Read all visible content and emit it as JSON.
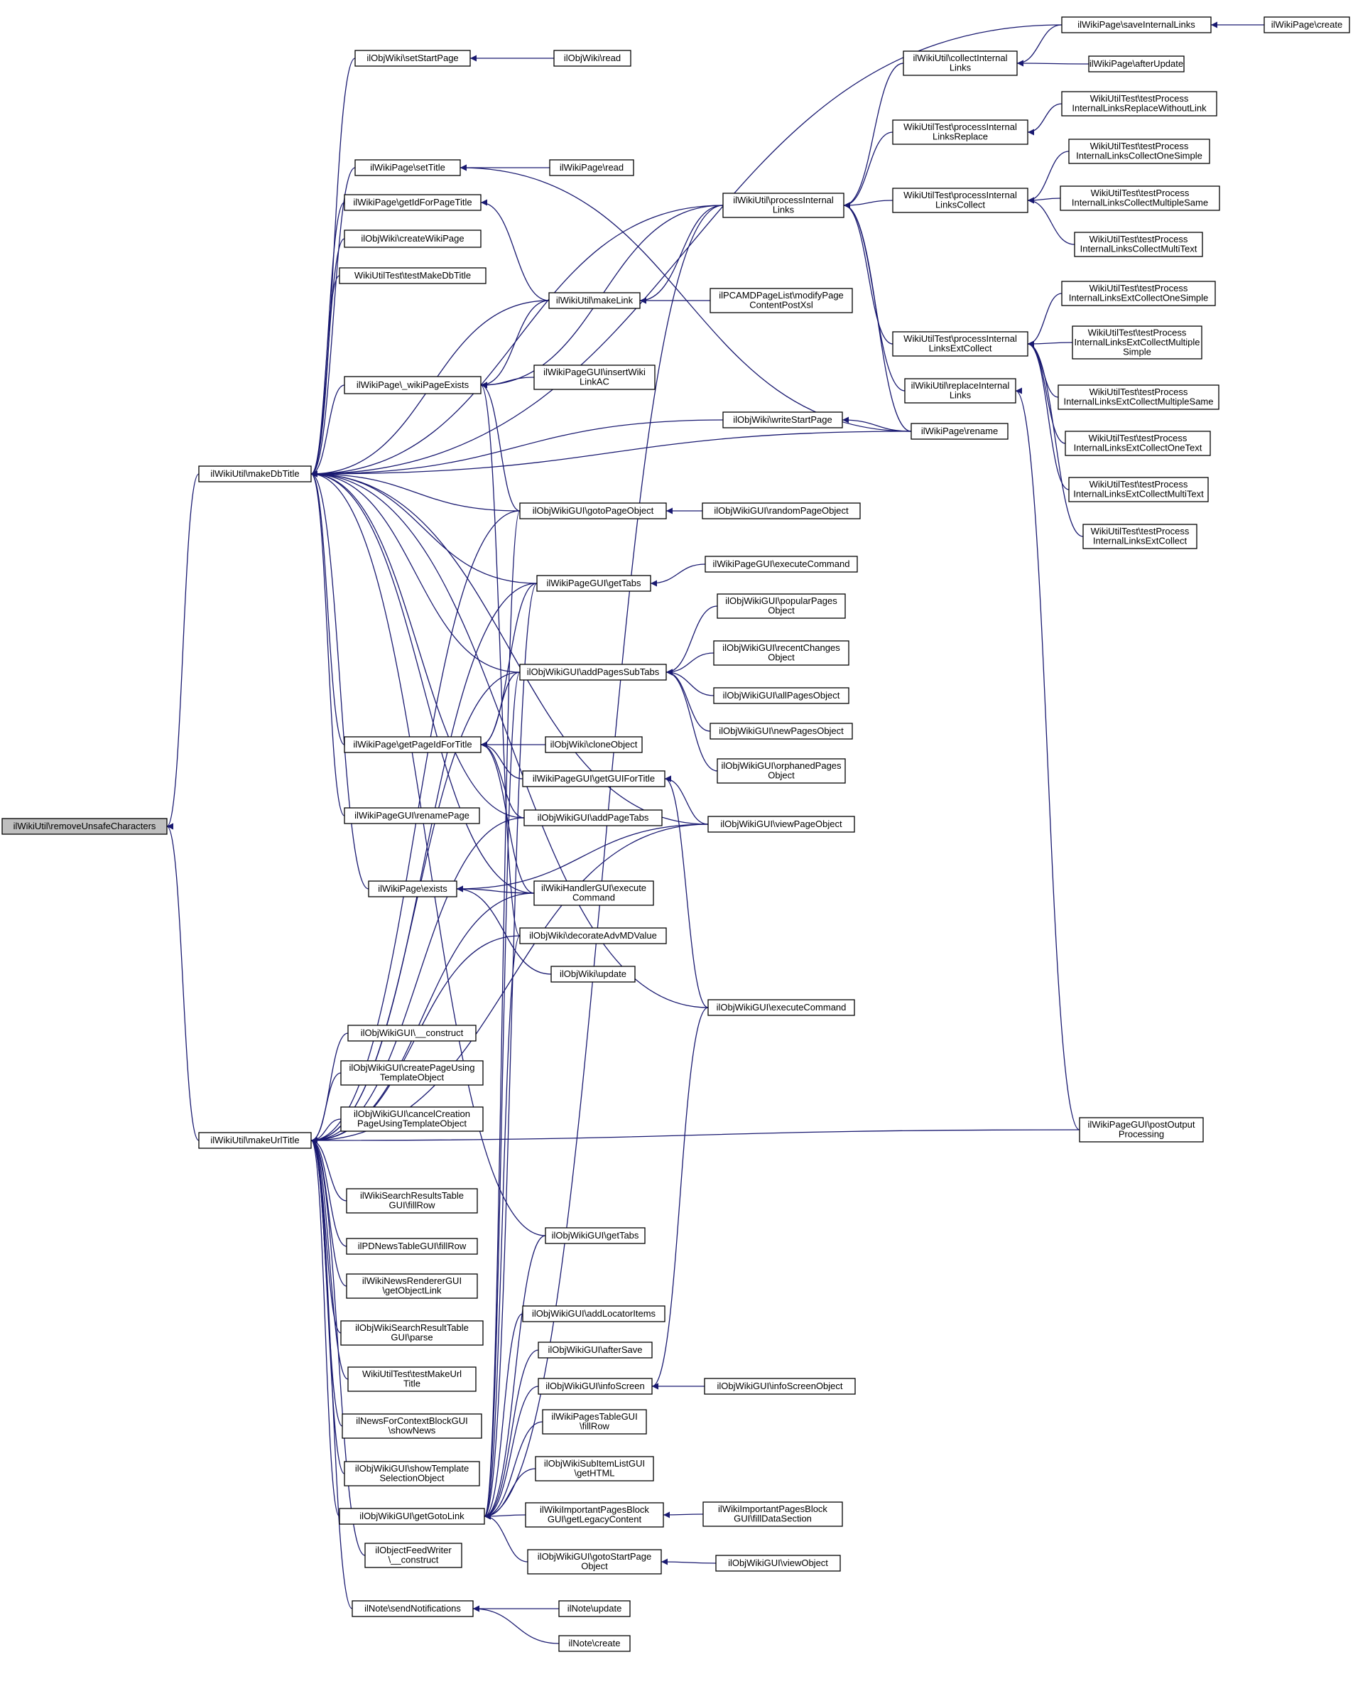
{
  "diagram": {
    "nodes": [
      {
        "id": "removeUnsafe",
        "lines": [
          "ilWikiUtil\\removeUnsafeCharacters"
        ],
        "root": true
      },
      {
        "id": "makeDbTitle",
        "lines": [
          "ilWikiUtil\\makeDbTitle"
        ]
      },
      {
        "id": "makeUrlTitle",
        "lines": [
          "ilWikiUtil\\makeUrlTitle"
        ]
      },
      {
        "id": "setStartPage",
        "lines": [
          "ilObjWiki\\setStartPage"
        ]
      },
      {
        "id": "objWikiRead",
        "lines": [
          "ilObjWiki\\read"
        ]
      },
      {
        "id": "setTitle",
        "lines": [
          "ilWikiPage\\setTitle"
        ]
      },
      {
        "id": "wikiPageRead",
        "lines": [
          "ilWikiPage\\read"
        ]
      },
      {
        "id": "getIdForPageTitle",
        "lines": [
          "ilWikiPage\\getIdForPageTitle"
        ]
      },
      {
        "id": "createWikiPage",
        "lines": [
          "ilObjWiki\\createWikiPage"
        ]
      },
      {
        "id": "testMakeDbTitle",
        "lines": [
          "WikiUtilTest\\testMakeDbTitle"
        ]
      },
      {
        "id": "wikiPageExists",
        "lines": [
          "ilWikiPage\\_wikiPageExists"
        ]
      },
      {
        "id": "getPageIdForTitle",
        "lines": [
          "ilWikiPage\\getPageIdForTitle"
        ]
      },
      {
        "id": "renamePage",
        "lines": [
          "ilWikiPageGUI\\renamePage"
        ]
      },
      {
        "id": "pageExists",
        "lines": [
          "ilWikiPage\\exists"
        ]
      },
      {
        "id": "wikiGuiConstruct",
        "lines": [
          "ilObjWikiGUI\\__construct"
        ]
      },
      {
        "id": "createPageUsingTemplate",
        "lines": [
          "ilObjWikiGUI\\createPageUsing",
          "TemplateObject"
        ]
      },
      {
        "id": "cancelCreation",
        "lines": [
          "ilObjWikiGUI\\cancelCreation",
          "PageUsingTemplateObject"
        ]
      },
      {
        "id": "searchResultsFillRow",
        "lines": [
          "ilWikiSearchResultsTable",
          "GUI\\fillRow"
        ]
      },
      {
        "id": "pdNewsFillRow",
        "lines": [
          "ilPDNewsTableGUI\\fillRow"
        ]
      },
      {
        "id": "newsRendererLink",
        "lines": [
          "ilWikiNewsRendererGUI",
          "\\getObjectLink"
        ]
      },
      {
        "id": "searchResultParse",
        "lines": [
          "ilObjWikiSearchResultTable",
          "GUI\\parse"
        ]
      },
      {
        "id": "testMakeUrlTitle",
        "lines": [
          "WikiUtilTest\\testMakeUrl",
          "Title"
        ]
      },
      {
        "id": "newsForContext",
        "lines": [
          "ilNewsForContextBlockGUI",
          "\\showNews"
        ]
      },
      {
        "id": "showTemplateSelection",
        "lines": [
          "ilObjWikiGUI\\showTemplate",
          "SelectionObject"
        ]
      },
      {
        "id": "getGotoLink",
        "lines": [
          "ilObjWikiGUI\\getGotoLink"
        ]
      },
      {
        "id": "feedWriterConstruct",
        "lines": [
          "ilObjectFeedWriter",
          "\\__construct"
        ]
      },
      {
        "id": "sendNotifications",
        "lines": [
          "ilNote\\sendNotifications"
        ]
      },
      {
        "id": "makeLink",
        "lines": [
          "ilWikiUtil\\makeLink"
        ]
      },
      {
        "id": "insertWikiLinkAC",
        "lines": [
          "ilWikiPageGUI\\insertWiki",
          "LinkAC"
        ]
      },
      {
        "id": "gotoPageObject",
        "lines": [
          "ilObjWikiGUI\\gotoPageObject"
        ]
      },
      {
        "id": "pageGuiGetTabs",
        "lines": [
          "ilWikiPageGUI\\getTabs"
        ]
      },
      {
        "id": "addPagesSubTabs",
        "lines": [
          "ilObjWikiGUI\\addPagesSubTabs"
        ]
      },
      {
        "id": "cloneObject",
        "lines": [
          "ilObjWiki\\cloneObject"
        ]
      },
      {
        "id": "getGUIForTitle",
        "lines": [
          "ilWikiPageGUI\\getGUIForTitle"
        ]
      },
      {
        "id": "addPageTabs",
        "lines": [
          "ilObjWikiGUI\\addPageTabs"
        ]
      },
      {
        "id": "handlerExecute",
        "lines": [
          "ilWikiHandlerGUI\\execute",
          "Command"
        ]
      },
      {
        "id": "decorateAdvMD",
        "lines": [
          "ilObjWiki\\decorateAdvMDValue"
        ]
      },
      {
        "id": "objWikiUpdate",
        "lines": [
          "ilObjWiki\\update"
        ]
      },
      {
        "id": "wikiGuiGetTabs",
        "lines": [
          "ilObjWikiGUI\\getTabs"
        ]
      },
      {
        "id": "addLocatorItems",
        "lines": [
          "ilObjWikiGUI\\addLocatorItems"
        ]
      },
      {
        "id": "afterSave",
        "lines": [
          "ilObjWikiGUI\\afterSave"
        ]
      },
      {
        "id": "infoScreen",
        "lines": [
          "ilObjWikiGUI\\infoScreen"
        ]
      },
      {
        "id": "pagesTableFillRow",
        "lines": [
          "ilWikiPagesTableGUI",
          "\\fillRow"
        ]
      },
      {
        "id": "subItemGetHTML",
        "lines": [
          "ilObjWikiSubItemListGUI",
          "\\getHTML"
        ]
      },
      {
        "id": "importantLegacy",
        "lines": [
          "ilWikiImportantPagesBlock",
          "GUI\\getLegacyContent"
        ]
      },
      {
        "id": "gotoStartPage",
        "lines": [
          "ilObjWikiGUI\\gotoStartPage",
          "Object"
        ]
      },
      {
        "id": "noteUpdate",
        "lines": [
          "ilNote\\update"
        ]
      },
      {
        "id": "noteCreate",
        "lines": [
          "ilNote\\create"
        ]
      },
      {
        "id": "processInternalLinks",
        "lines": [
          "ilWikiUtil\\processInternal",
          "Links"
        ]
      },
      {
        "id": "modifyPageContent",
        "lines": [
          "ilPCAMDPageList\\modifyPage",
          "ContentPostXsl"
        ]
      },
      {
        "id": "writeStartPage",
        "lines": [
          "ilObjWiki\\writeStartPage"
        ]
      },
      {
        "id": "randomPageObject",
        "lines": [
          "ilObjWikiGUI\\randomPageObject"
        ]
      },
      {
        "id": "pageGuiExecute",
        "lines": [
          "ilWikiPageGUI\\executeCommand"
        ]
      },
      {
        "id": "popularPages",
        "lines": [
          "ilObjWikiGUI\\popularPages",
          "Object"
        ]
      },
      {
        "id": "recentChanges",
        "lines": [
          "ilObjWikiGUI\\recentChanges",
          "Object"
        ]
      },
      {
        "id": "allPages",
        "lines": [
          "ilObjWikiGUI\\allPagesObject"
        ]
      },
      {
        "id": "newPages",
        "lines": [
          "ilObjWikiGUI\\newPagesObject"
        ]
      },
      {
        "id": "orphanedPages",
        "lines": [
          "ilObjWikiGUI\\orphanedPages",
          "Object"
        ]
      },
      {
        "id": "viewPageObject",
        "lines": [
          "ilObjWikiGUI\\viewPageObject"
        ]
      },
      {
        "id": "wikiGuiExecute",
        "lines": [
          "ilObjWikiGUI\\executeCommand"
        ]
      },
      {
        "id": "infoScreenObject",
        "lines": [
          "ilObjWikiGUI\\infoScreenObject"
        ]
      },
      {
        "id": "importantFill",
        "lines": [
          "ilWikiImportantPagesBlock",
          "GUI\\fillDataSection"
        ]
      },
      {
        "id": "viewObject",
        "lines": [
          "ilObjWikiGUI\\viewObject"
        ]
      },
      {
        "id": "collectInternalLinks",
        "lines": [
          "ilWikiUtil\\collectInternal",
          "Links"
        ]
      },
      {
        "id": "testPILReplace",
        "lines": [
          "WikiUtilTest\\processInternal",
          "LinksReplace"
        ]
      },
      {
        "id": "testPILCollect",
        "lines": [
          "WikiUtilTest\\processInternal",
          "LinksCollect"
        ]
      },
      {
        "id": "testPILExtCollect",
        "lines": [
          "WikiUtilTest\\processInternal",
          "LinksExtCollect"
        ]
      },
      {
        "id": "replaceInternalLinks",
        "lines": [
          "ilWikiUtil\\replaceInternal",
          "Links"
        ]
      },
      {
        "id": "wikiPageRename",
        "lines": [
          "ilWikiPage\\rename"
        ]
      },
      {
        "id": "postOutputProcessing",
        "lines": [
          "ilWikiPageGUI\\postOutput",
          "Processing"
        ]
      },
      {
        "id": "saveInternalLinks",
        "lines": [
          "ilWikiPage\\saveInternalLinks"
        ]
      },
      {
        "id": "afterUpdate",
        "lines": [
          "ilWikiPage\\afterUpdate"
        ]
      },
      {
        "id": "wikiPageCreate",
        "lines": [
          "ilWikiPage\\create"
        ]
      },
      {
        "id": "tReplaceWithout",
        "lines": [
          "WikiUtilTest\\testProcess",
          "InternalLinksReplaceWithoutLink"
        ]
      },
      {
        "id": "tCollectOneSimple",
        "lines": [
          "WikiUtilTest\\testProcess",
          "InternalLinksCollectOneSimple"
        ]
      },
      {
        "id": "tCollectMultipleSame",
        "lines": [
          "WikiUtilTest\\testProcess",
          "InternalLinksCollectMultipleSame"
        ]
      },
      {
        "id": "tCollectMultiText",
        "lines": [
          "WikiUtilTest\\testProcess",
          "InternalLinksCollectMultiText"
        ]
      },
      {
        "id": "tExtCollectOneSimple",
        "lines": [
          "WikiUtilTest\\testProcess",
          "InternalLinksExtCollectOneSimple"
        ]
      },
      {
        "id": "tExtCollectMultipleSimple",
        "lines": [
          "WikiUtilTest\\testProcess",
          "InternalLinksExtCollectMultiple",
          "Simple"
        ]
      },
      {
        "id": "tExtCollectMultipleSame",
        "lines": [
          "WikiUtilTest\\testProcess",
          "InternalLinksExtCollectMultipleSame"
        ]
      },
      {
        "id": "tExtCollectOneText",
        "lines": [
          "WikiUtilTest\\testProcess",
          "InternalLinksExtCollectOneText"
        ]
      },
      {
        "id": "tExtCollectMultiText",
        "lines": [
          "WikiUtilTest\\testProcess",
          "InternalLinksExtCollectMultiText"
        ]
      },
      {
        "id": "tExtCollect",
        "lines": [
          "WikiUtilTest\\testProcess",
          "InternalLinksExtCollect"
        ]
      }
    ],
    "edges": [
      [
        "makeDbTitle",
        "removeUnsafe"
      ],
      [
        "makeUrlTitle",
        "removeUnsafe"
      ],
      [
        "setStartPage",
        "makeDbTitle"
      ],
      [
        "setTitle",
        "makeDbTitle"
      ],
      [
        "getIdForPageTitle",
        "makeDbTitle"
      ],
      [
        "createWikiPage",
        "makeDbTitle"
      ],
      [
        "testMakeDbTitle",
        "makeDbTitle"
      ],
      [
        "wikiPageExists",
        "makeDbTitle"
      ],
      [
        "getPageIdForTitle",
        "makeDbTitle"
      ],
      [
        "renamePage",
        "makeDbTitle"
      ],
      [
        "pageExists",
        "makeDbTitle"
      ],
      [
        "saveInternalLinks",
        "makeDbTitle"
      ],
      [
        "processInternalLinks",
        "makeDbTitle"
      ],
      [
        "makeLink",
        "makeDbTitle"
      ],
      [
        "writeStartPage",
        "makeDbTitle"
      ],
      [
        "wikiPageRename",
        "makeDbTitle"
      ],
      [
        "gotoPageObject",
        "makeDbTitle"
      ],
      [
        "pageGuiGetTabs",
        "makeDbTitle"
      ],
      [
        "addPagesSubTabs",
        "makeDbTitle"
      ],
      [
        "addPageTabs",
        "makeDbTitle"
      ],
      [
        "viewPageObject",
        "makeDbTitle"
      ],
      [
        "wikiGuiExecute",
        "makeDbTitle"
      ],
      [
        "wikiGuiGetTabs",
        "makeDbTitle"
      ],
      [
        "handlerExecute",
        "makeDbTitle"
      ],
      [
        "objWikiRead",
        "setStartPage"
      ],
      [
        "wikiPageRead",
        "setTitle"
      ],
      [
        "wikiPageRename",
        "setTitle"
      ],
      [
        "makeLink",
        "getIdForPageTitle"
      ],
      [
        "makeLink",
        "wikiPageExists"
      ],
      [
        "processInternalLinks",
        "wikiPageExists"
      ],
      [
        "insertWikiLinkAC",
        "wikiPageExists"
      ],
      [
        "gotoPageObject",
        "wikiPageExists"
      ],
      [
        "decorateAdvMD",
        "wikiPageExists"
      ],
      [
        "pageGuiGetTabs",
        "getPageIdForTitle"
      ],
      [
        "addPagesSubTabs",
        "getPageIdForTitle"
      ],
      [
        "cloneObject",
        "getPageIdForTitle"
      ],
      [
        "getGUIForTitle",
        "getPageIdForTitle"
      ],
      [
        "addPageTabs",
        "getPageIdForTitle"
      ],
      [
        "handlerExecute",
        "getPageIdForTitle"
      ],
      [
        "viewPageObject",
        "pageExists"
      ],
      [
        "handlerExecute",
        "pageExists"
      ],
      [
        "objWikiUpdate",
        "pageExists"
      ],
      [
        "modifyPageContent",
        "makeLink"
      ],
      [
        "processInternalLinks",
        "makeLink"
      ],
      [
        "randomPageObject",
        "gotoPageObject"
      ],
      [
        "pageGuiExecute",
        "pageGuiGetTabs"
      ],
      [
        "popularPages",
        "addPagesSubTabs"
      ],
      [
        "recentChanges",
        "addPagesSubTabs"
      ],
      [
        "allPages",
        "addPagesSubTabs"
      ],
      [
        "newPages",
        "addPagesSubTabs"
      ],
      [
        "orphanedPages",
        "addPagesSubTabs"
      ],
      [
        "viewPageObject",
        "getGUIForTitle"
      ],
      [
        "wikiGuiExecute",
        "getGUIForTitle"
      ],
      [
        "collectInternalLinks",
        "processInternalLinks"
      ],
      [
        "testPILReplace",
        "processInternalLinks"
      ],
      [
        "testPILCollect",
        "processInternalLinks"
      ],
      [
        "testPILExtCollect",
        "processInternalLinks"
      ],
      [
        "replaceInternalLinks",
        "processInternalLinks"
      ],
      [
        "wikiPageRename",
        "processInternalLinks"
      ],
      [
        "saveInternalLinks",
        "collectInternalLinks"
      ],
      [
        "afterUpdate",
        "collectInternalLinks"
      ],
      [
        "wikiPageCreate",
        "saveInternalLinks"
      ],
      [
        "wikiPageRename",
        "writeStartPage"
      ],
      [
        "tReplaceWithout",
        "testPILReplace"
      ],
      [
        "tCollectOneSimple",
        "testPILCollect"
      ],
      [
        "tCollectMultipleSame",
        "testPILCollect"
      ],
      [
        "tCollectMultiText",
        "testPILCollect"
      ],
      [
        "tExtCollectOneSimple",
        "testPILExtCollect"
      ],
      [
        "tExtCollectMultipleSimple",
        "testPILExtCollect"
      ],
      [
        "tExtCollectMultipleSame",
        "testPILExtCollect"
      ],
      [
        "tExtCollectOneText",
        "testPILExtCollect"
      ],
      [
        "tExtCollectMultiText",
        "testPILExtCollect"
      ],
      [
        "tExtCollect",
        "testPILExtCollect"
      ],
      [
        "postOutputProcessing",
        "replaceInternalLinks"
      ],
      [
        "wikiGuiConstruct",
        "makeUrlTitle"
      ],
      [
        "createPageUsingTemplate",
        "makeUrlTitle"
      ],
      [
        "cancelCreation",
        "makeUrlTitle"
      ],
      [
        "searchResultsFillRow",
        "makeUrlTitle"
      ],
      [
        "pdNewsFillRow",
        "makeUrlTitle"
      ],
      [
        "newsRendererLink",
        "makeUrlTitle"
      ],
      [
        "searchResultParse",
        "makeUrlTitle"
      ],
      [
        "testMakeUrlTitle",
        "makeUrlTitle"
      ],
      [
        "newsForContext",
        "makeUrlTitle"
      ],
      [
        "showTemplateSelection",
        "makeUrlTitle"
      ],
      [
        "getGotoLink",
        "makeUrlTitle"
      ],
      [
        "feedWriterConstruct",
        "makeUrlTitle"
      ],
      [
        "sendNotifications",
        "makeUrlTitle"
      ],
      [
        "gotoPageObject",
        "makeUrlTitle"
      ],
      [
        "pageGuiGetTabs",
        "makeUrlTitle"
      ],
      [
        "addPagesSubTabs",
        "makeUrlTitle"
      ],
      [
        "addPageTabs",
        "makeUrlTitle"
      ],
      [
        "viewPageObject",
        "makeUrlTitle"
      ],
      [
        "handlerExecute",
        "makeUrlTitle"
      ],
      [
        "decorateAdvMD",
        "makeUrlTitle"
      ],
      [
        "postOutputProcessing",
        "makeUrlTitle"
      ],
      [
        "gotoPageObject",
        "getGotoLink"
      ],
      [
        "pageGuiGetTabs",
        "getGotoLink"
      ],
      [
        "addPagesSubTabs",
        "getGotoLink"
      ],
      [
        "decorateAdvMD",
        "getGotoLink"
      ],
      [
        "wikiGuiGetTabs",
        "getGotoLink"
      ],
      [
        "addLocatorItems",
        "getGotoLink"
      ],
      [
        "afterSave",
        "getGotoLink"
      ],
      [
        "infoScreen",
        "getGotoLink"
      ],
      [
        "pagesTableFillRow",
        "getGotoLink"
      ],
      [
        "subItemGetHTML",
        "getGotoLink"
      ],
      [
        "importantLegacy",
        "getGotoLink"
      ],
      [
        "gotoStartPage",
        "getGotoLink"
      ],
      [
        "processInternalLinks",
        "getGotoLink"
      ],
      [
        "infoScreenObject",
        "infoScreen"
      ],
      [
        "wikiGuiExecute",
        "infoScreen"
      ],
      [
        "importantFill",
        "importantLegacy"
      ],
      [
        "viewObject",
        "gotoStartPage"
      ],
      [
        "noteUpdate",
        "sendNotifications"
      ],
      [
        "noteCreate",
        "sendNotifications"
      ]
    ]
  }
}
